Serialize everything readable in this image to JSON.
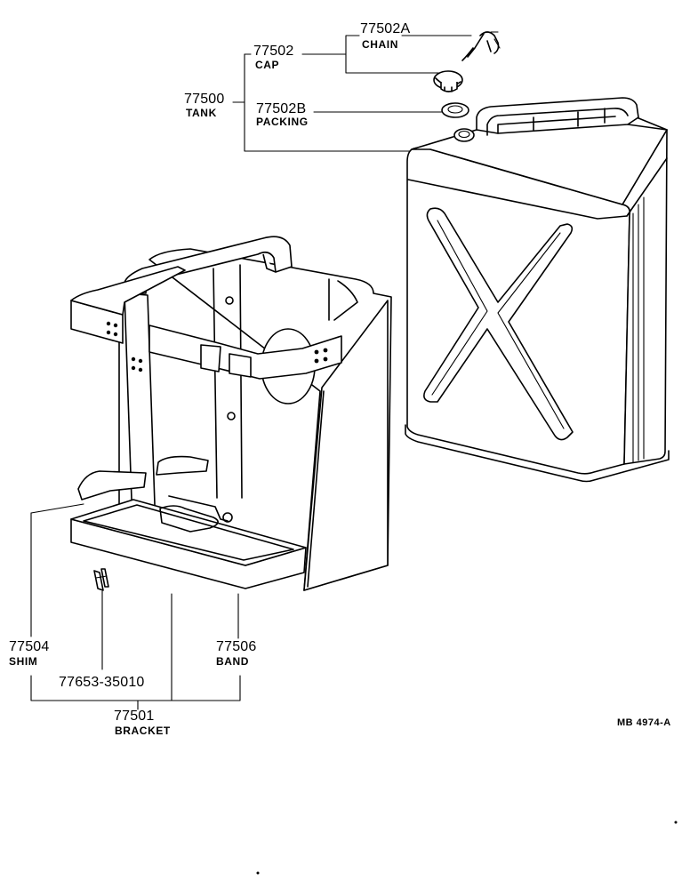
{
  "parts": {
    "chain": {
      "number": "77502A",
      "name": "CHAIN"
    },
    "cap": {
      "number": "77502",
      "name": "CAP"
    },
    "tank": {
      "number": "77500",
      "name": "TANK"
    },
    "packing": {
      "number": "77502B",
      "name": "PACKING"
    },
    "shim": {
      "number": "77504",
      "name": "SHIM"
    },
    "band": {
      "number": "77506",
      "name": "BAND"
    },
    "clip": {
      "number": "77653-35010"
    },
    "bracket": {
      "number": "77501",
      "name": "BRACKET"
    }
  },
  "figure_code": "MB 4974-A"
}
